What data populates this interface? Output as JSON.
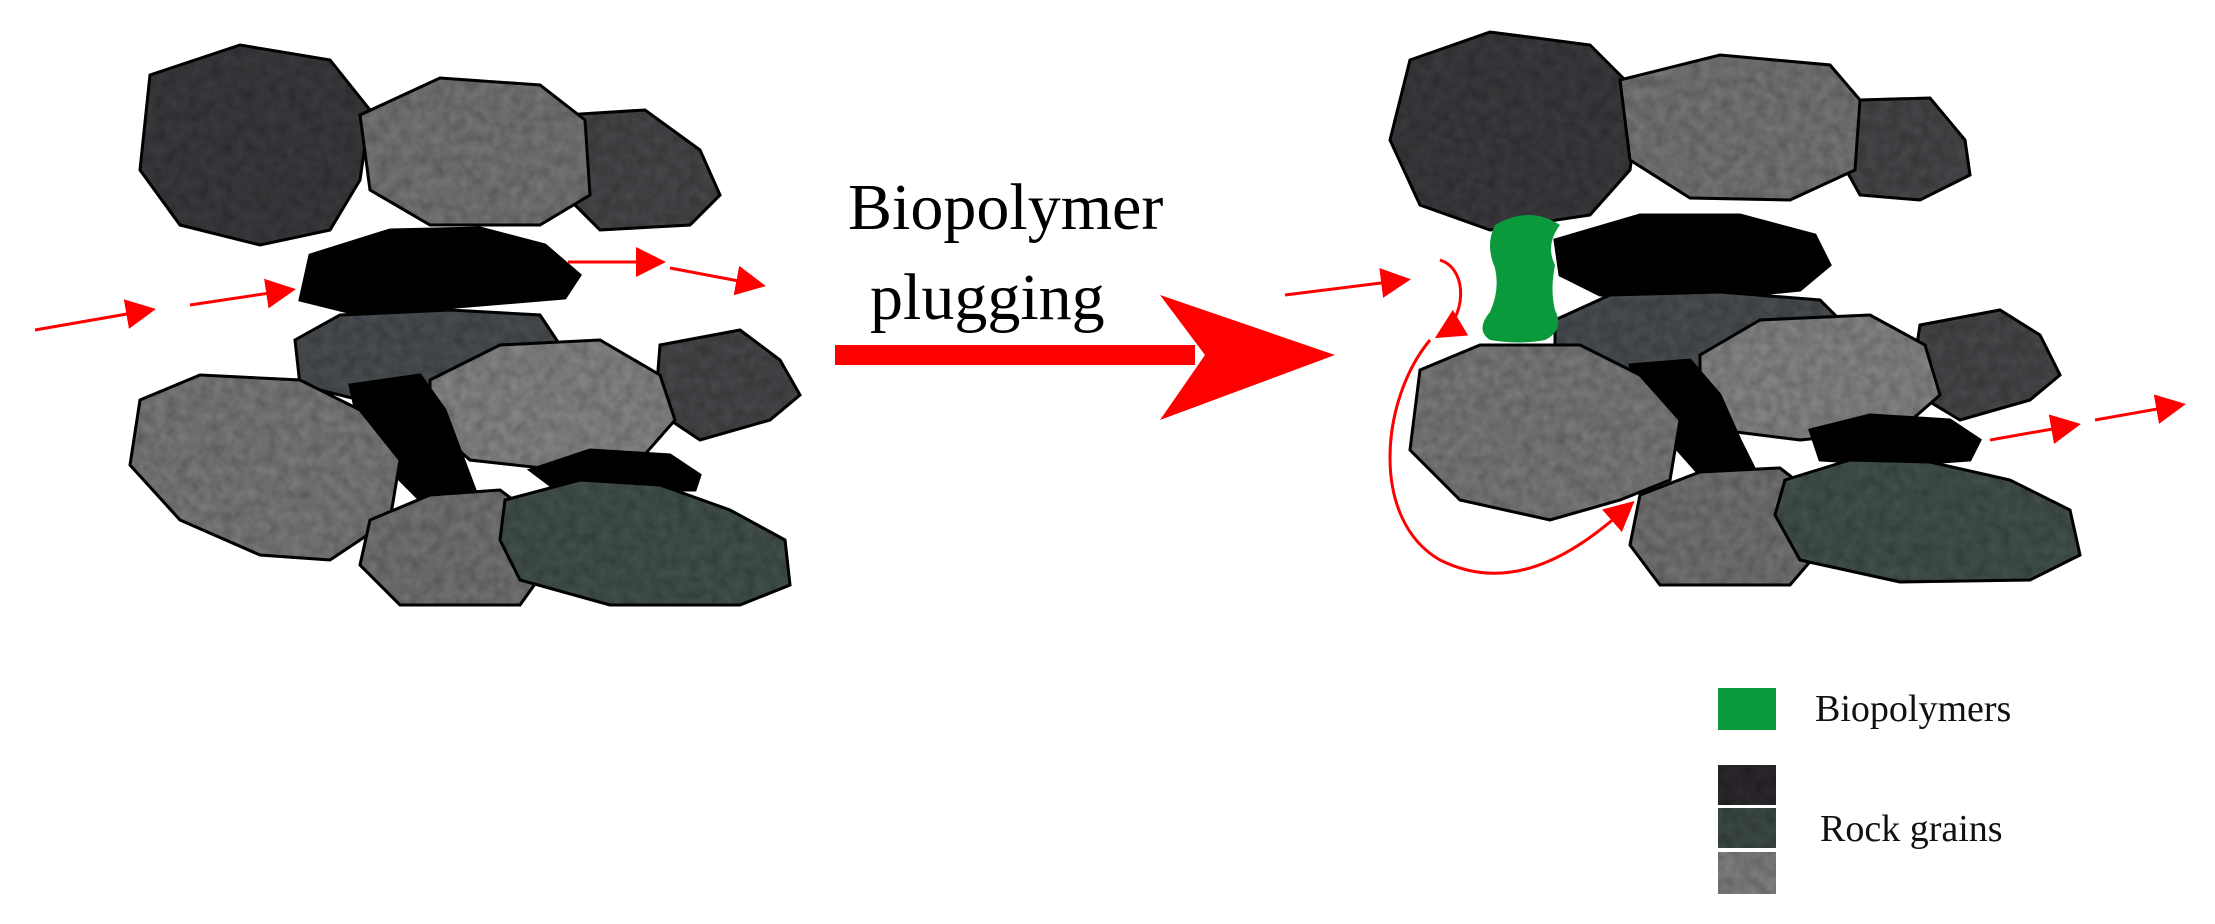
{
  "process_label": {
    "line1": "Biopolymer",
    "line2": "plugging"
  },
  "legend": {
    "items": [
      {
        "label": "Biopolymers",
        "color": "#0a9a3c"
      },
      {
        "label": "Rock grains",
        "colors": [
          "#2e2a30",
          "#3f4d49",
          "#858585"
        ]
      }
    ]
  },
  "colors": {
    "flow_arrow": "#ff0000",
    "biopolymer": "#0a9a3c",
    "pore_fill": "#000000",
    "grain_dark": "#3c3a3d",
    "grain_mid": "#6f6f6f",
    "grain_light": "#8a8a8a",
    "grain_green": "#45544f"
  }
}
